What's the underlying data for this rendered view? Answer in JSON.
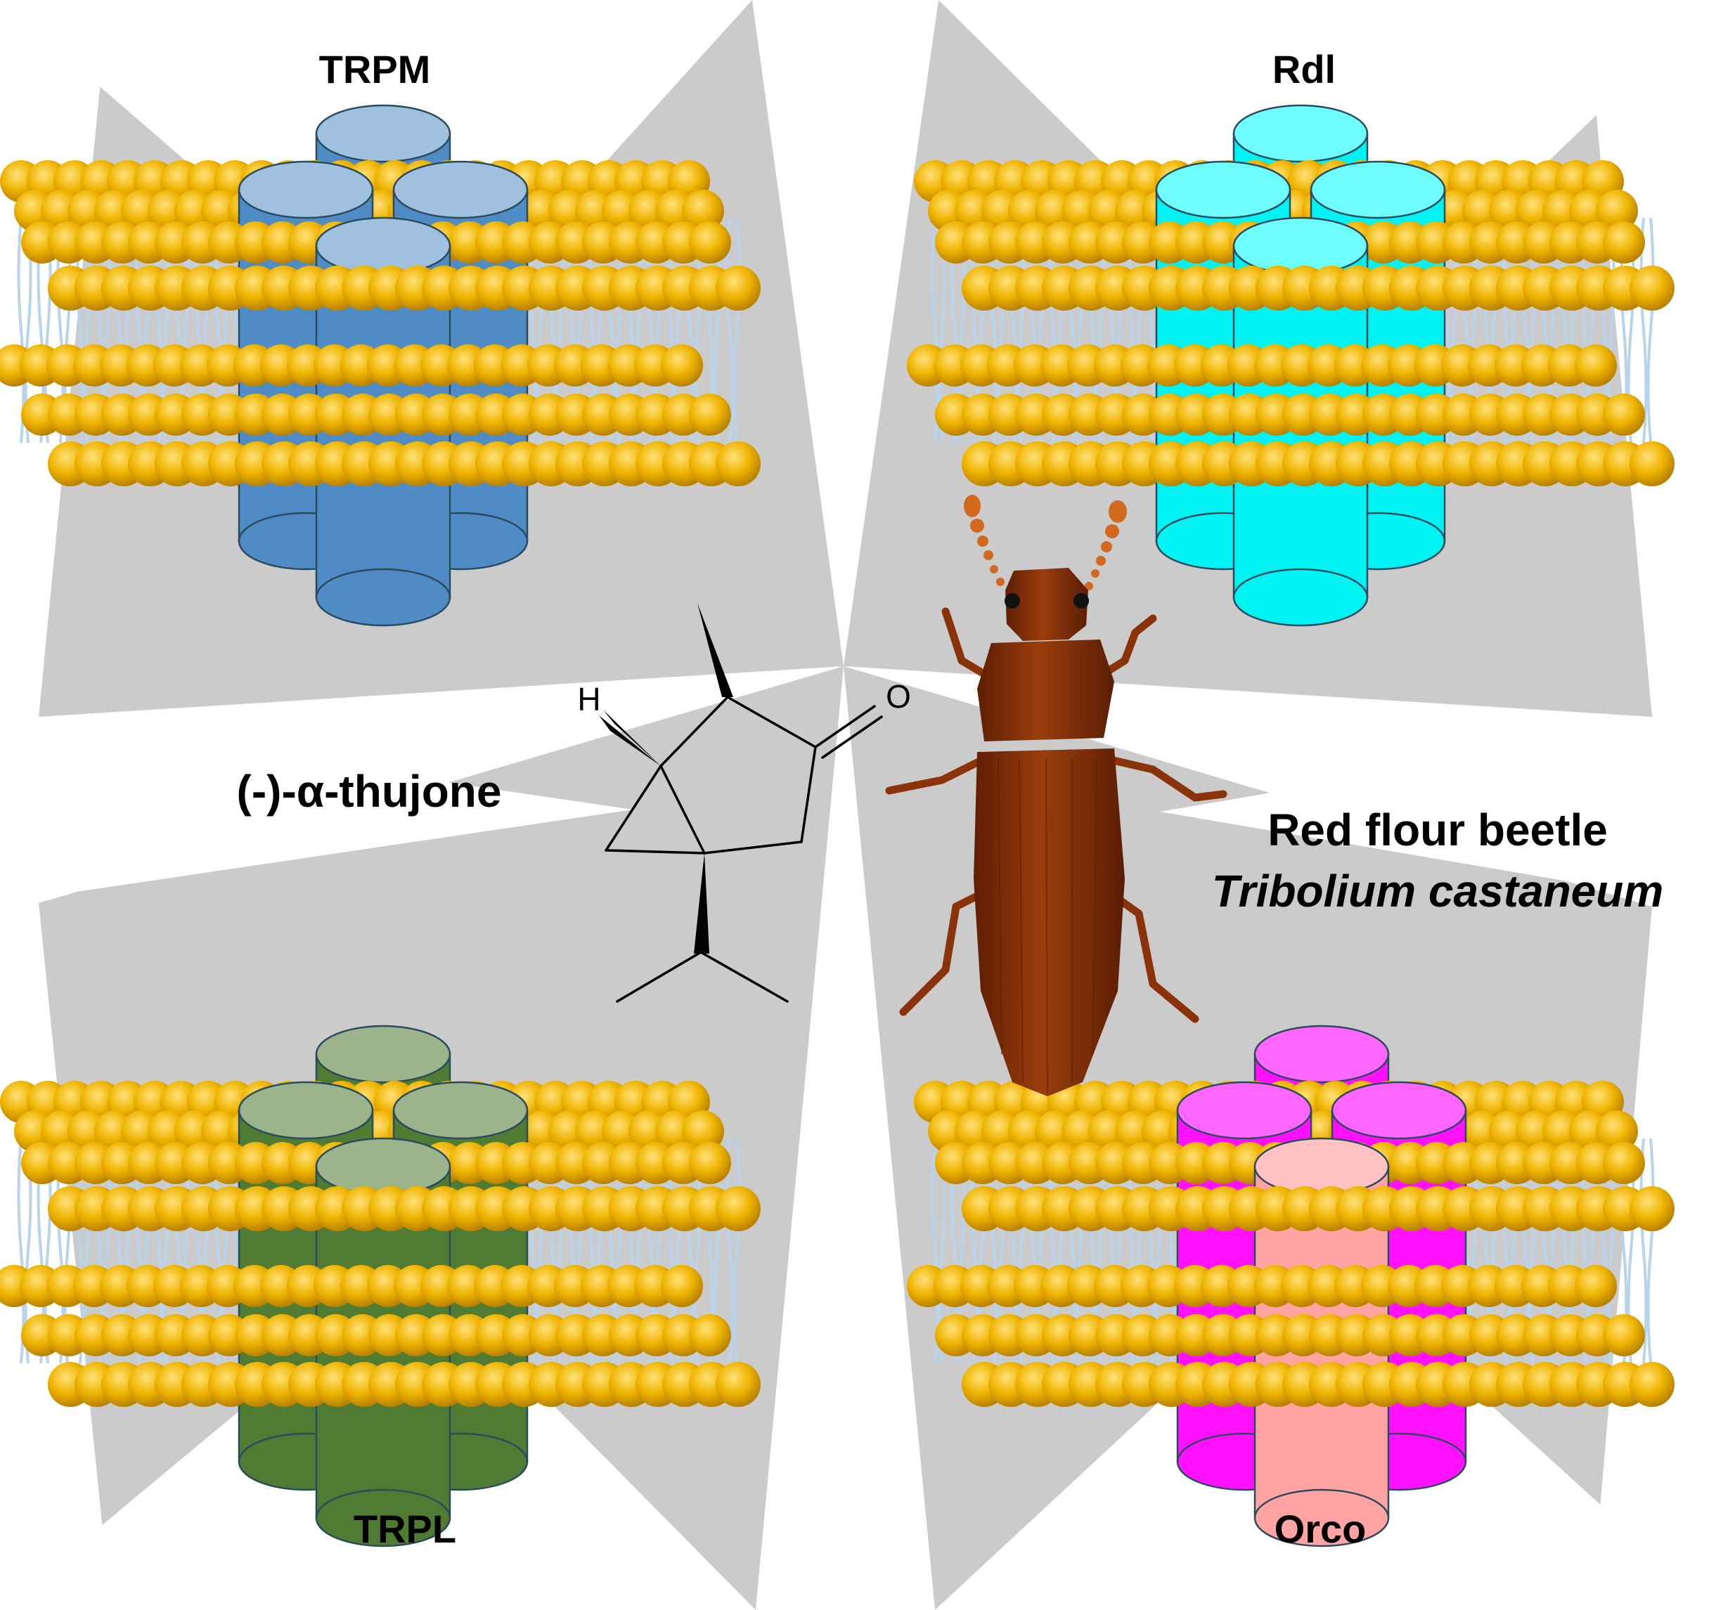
{
  "colors": {
    "background": "#ffffff",
    "ray_gray": "#cccbcb",
    "lipid_head": "#efb400",
    "lipid_tail": "#b8d3ec",
    "trpm_channel": "#4f8cc6",
    "trpm_channel_top": "#9fc1df",
    "rdl_channel": "#00f3f3",
    "rdl_channel_top": "#6efdfd",
    "trpl_channel": "#4f7b33",
    "trpl_channel_top": "#9bb48b",
    "orco_channel": "#ff10ff",
    "orco_channel_top": "#ff66ff",
    "orco_subunit": "#ffa3a3",
    "orco_subunit_top": "#ffc1c1",
    "beetle_body": "#8a3309",
    "beetle_antenna": "#d2691e"
  },
  "labels": {
    "trpm": "TRPM",
    "rdl": "Rdl",
    "trpl": "TRPL",
    "orco": "Orco",
    "compound": "(-)-α-thujone",
    "beetle_common": "Red flour beetle",
    "beetle_species": "Tribolium castaneum"
  },
  "molecule": {
    "atom_h": "H",
    "atom_o": "O"
  },
  "icons": {
    "membrane": "lipid-bilayer-icon",
    "channel": "ion-channel-icon",
    "beetle": "beetle-icon"
  }
}
